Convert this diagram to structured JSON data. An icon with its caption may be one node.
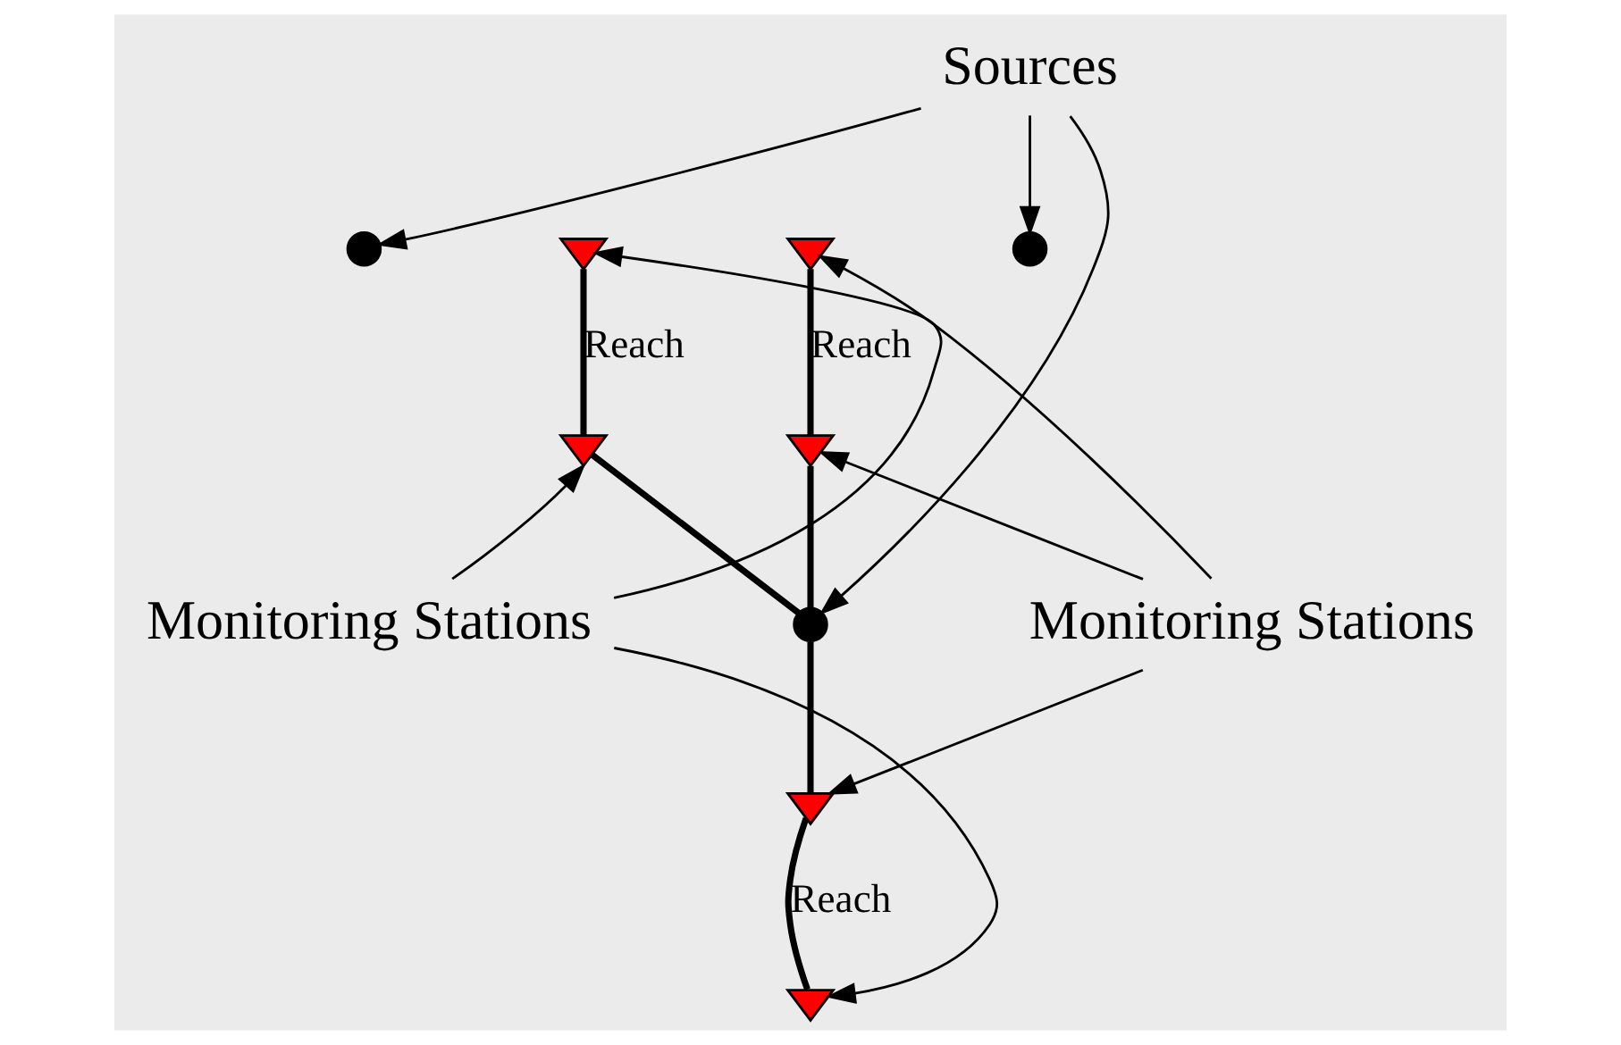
{
  "diagram": {
    "nodes": [
      {
        "text": [
          "Sources"
        ]
      },
      {
        "text": [],
        "shape": "circle"
      },
      {
        "text": [],
        "shape": "circle"
      },
      {
        "text": [],
        "shape": "triangle"
      },
      {
        "text": [],
        "shape": "triangle"
      },
      {
        "text": [],
        "shape": "triangle"
      },
      {
        "text": [],
        "shape": "triangle"
      },
      {
        "text": [
          "Monitoring Stations"
        ]
      },
      {
        "text": [],
        "shape": "circle"
      },
      {
        "text": [
          "Monitoring Stations"
        ]
      },
      {
        "text": [],
        "shape": "triangle"
      },
      {
        "text": [],
        "shape": "triangle"
      }
    ],
    "edges": [
      {
        "from": 0,
        "to": 1,
        "arrow": "to"
      },
      {
        "from": 0,
        "to": 2,
        "arrow": "to"
      },
      {
        "from": 0,
        "to": 8,
        "arrow": "to"
      },
      {
        "from": 3,
        "to": 5,
        "arrow": "none",
        "label": "Reach",
        "style": "thick"
      },
      {
        "from": 4,
        "to": 6,
        "arrow": "none",
        "label": "Reach",
        "style": "thick"
      },
      {
        "from": 10,
        "to": 11,
        "arrow": "none",
        "label": "Reach",
        "style": "thick"
      },
      {
        "from": 5,
        "to": 8,
        "arrow": "none",
        "style": "thick"
      },
      {
        "from": 6,
        "to": 8,
        "arrow": "none",
        "style": "thick"
      },
      {
        "from": 8,
        "to": 10,
        "arrow": "none",
        "style": "thick"
      },
      {
        "from": 7,
        "to": 3,
        "arrow": "to"
      },
      {
        "from": 7,
        "to": 5,
        "arrow": "to"
      },
      {
        "from": 7,
        "to": 11,
        "arrow": "to"
      },
      {
        "from": 9,
        "to": 4,
        "arrow": "to"
      },
      {
        "from": 9,
        "to": 6,
        "arrow": "to"
      },
      {
        "from": 9,
        "to": 10,
        "arrow": "to"
      }
    ]
  }
}
